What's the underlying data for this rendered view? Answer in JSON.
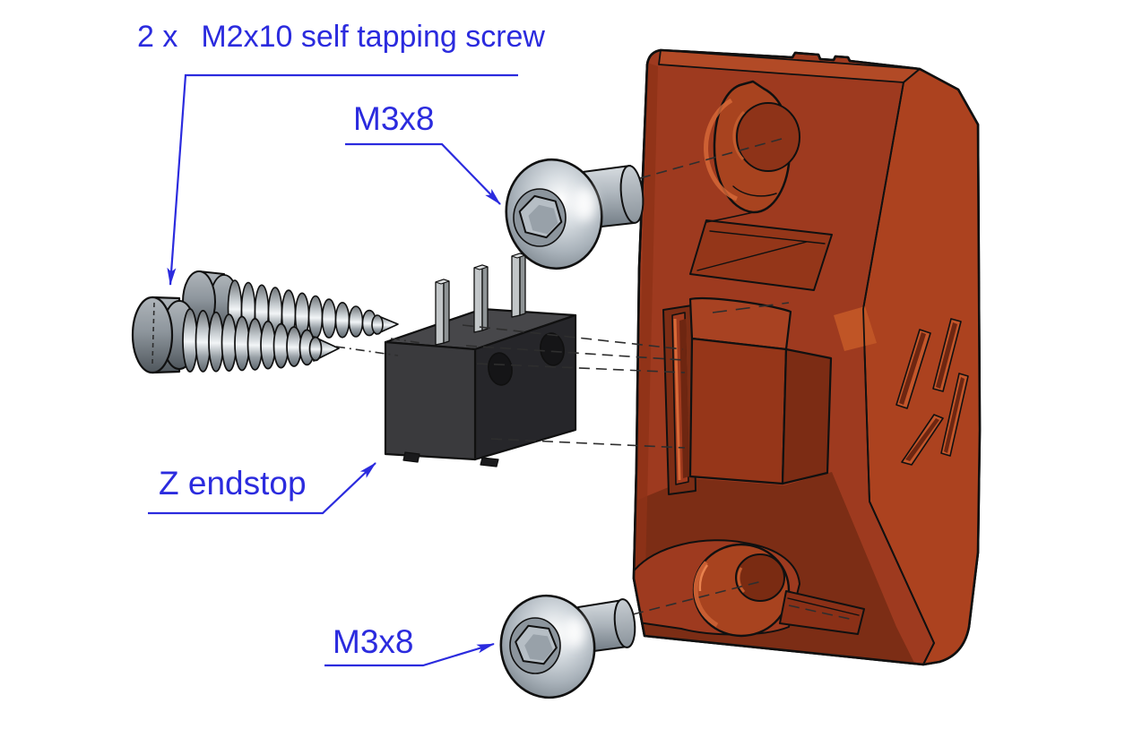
{
  "diagram_kind": "exploded-assembly-step",
  "callouts": [
    {
      "quantity": "2 x",
      "label": "M2x10 self tapping screw",
      "target": "self-tapping-screws"
    },
    {
      "label": "M3x8",
      "target": "m3x8-screw-top"
    },
    {
      "label": "Z endstop",
      "target": "z-endstop-switch"
    },
    {
      "label": "M3x8",
      "target": "m3x8-screw-bottom"
    }
  ],
  "parts": [
    {
      "name": "self-tapping-screws",
      "description": "two M2x10 self tapping screws",
      "color": "#9AA2A8"
    },
    {
      "name": "m3x8-screw-top",
      "description": "M3x8 button head screw",
      "color": "#A9B2BA"
    },
    {
      "name": "m3x8-screw-bottom",
      "description": "M3x8 button head screw",
      "color": "#A9B2BA"
    },
    {
      "name": "z-endstop-switch",
      "description": "Z endstop microswitch with 3 pins",
      "color": "#3A3A3D"
    },
    {
      "name": "printed-bracket",
      "description": "orange printed Z-axis bracket",
      "color": "#9E3A1F"
    }
  ],
  "colors": {
    "label_blue": "#2B2BDE",
    "outline": "#101010",
    "dashed": "#2E2E2E",
    "background": "#FFFFFF",
    "part_face": "#9E3A1F",
    "part_top": "#B24A26",
    "part_right": "#AC421F",
    "part_shadow": "#7C2D15",
    "part_recess": "#8E3318",
    "part_deep": "#6E2611",
    "part_wall": "#A8431F",
    "part_highlight": "#D86A38",
    "endstop_front": "#3A3A3D",
    "endstop_top": "#47474A",
    "endstop_side": "#26262A",
    "endstop_hole": "#151517"
  }
}
